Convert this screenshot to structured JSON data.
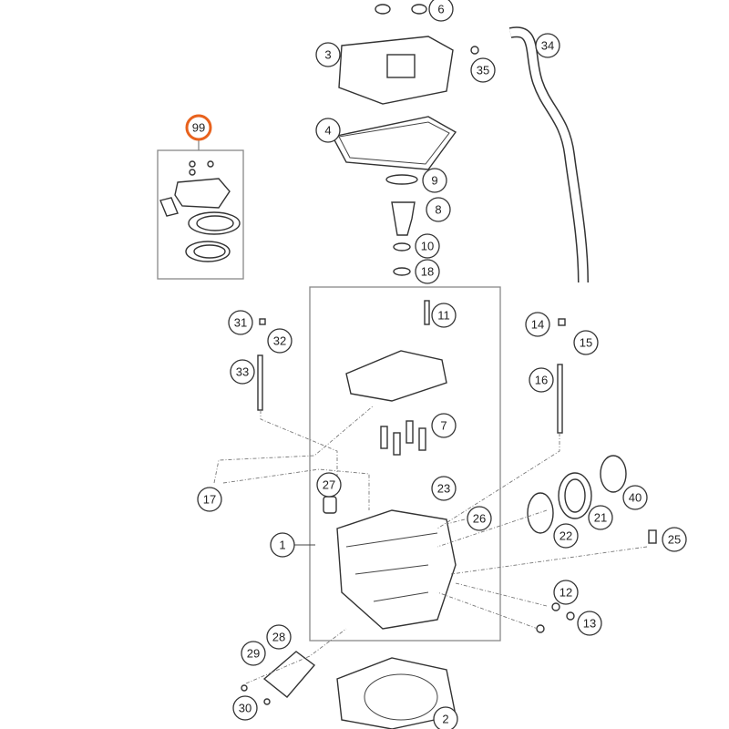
{
  "diagram": {
    "title": "Cylinder head exploded parts diagram",
    "highlight_color": "#e8621d",
    "callouts": [
      "6",
      "3",
      "35",
      "34",
      "4",
      "9",
      "8",
      "10",
      "18",
      "99",
      "11",
      "31",
      "32",
      "14",
      "15",
      "33",
      "16",
      "7",
      "27",
      "23",
      "17",
      "40",
      "26",
      "22",
      "21",
      "25",
      "1",
      "12",
      "13",
      "28",
      "29",
      "30",
      "2"
    ],
    "highlighted": "99"
  }
}
